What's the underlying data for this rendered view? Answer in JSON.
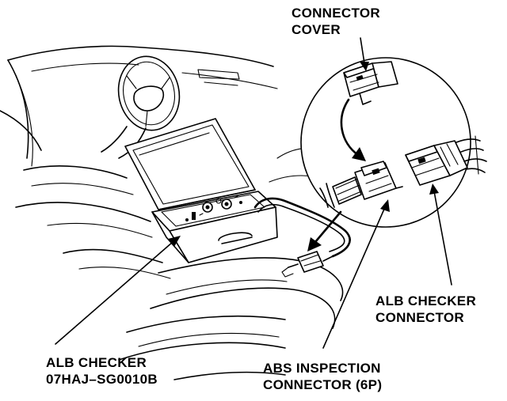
{
  "labels": {
    "connector_cover": [
      "CONNECTOR",
      "COVER"
    ],
    "alb_checker_connector": [
      "ALB CHECKER",
      "CONNECTOR"
    ],
    "alb_checker": [
      "ALB CHECKER",
      "07HAJ–SG0010B"
    ],
    "abs_inspection_connector": [
      "ABS INSPECTION",
      "CONNECTOR (6P)"
    ]
  },
  "colors": {
    "ink": "#000000",
    "paper": "#ffffff"
  }
}
